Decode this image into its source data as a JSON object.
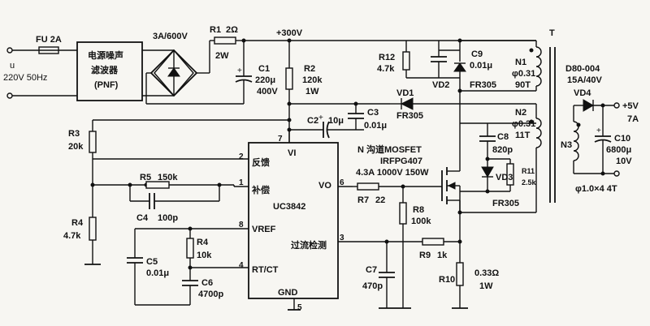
{
  "input": {
    "fuse": "FU 2A",
    "u_label": "u",
    "voltage": "220V 50Hz"
  },
  "filter": {
    "line1": "电源噪声",
    "line2": "滤波器",
    "line3": "(PNF)"
  },
  "bridge": {
    "rating": "3A/600V"
  },
  "r1": {
    "name": "R1",
    "value": "2Ω",
    "power": "2W"
  },
  "bus": {
    "label": "+300V"
  },
  "c1": {
    "name": "C1",
    "value": "220μ",
    "voltage": "400V"
  },
  "r2": {
    "name": "R2",
    "value": "120k",
    "power": "1W"
  },
  "r12": {
    "name": "R12",
    "value": "4.7k"
  },
  "c9": {
    "name": "C9",
    "value": "0.01μ"
  },
  "vd2": {
    "name": "VD2",
    "type": "FR305"
  },
  "n1": {
    "name": "N1",
    "wire": "φ0.31",
    "turns": "90T"
  },
  "transformer": {
    "label": "T"
  },
  "core": {
    "model": "D80-004",
    "rating": "15A/40V"
  },
  "vd4": {
    "name": "VD4"
  },
  "out": {
    "voltage": "+5V",
    "current": "7A"
  },
  "n3": {
    "name": "N3"
  },
  "c10": {
    "name": "C10",
    "value": "6800μ",
    "voltage": "10V"
  },
  "n3wire": {
    "spec": "φ1.0×4 4T"
  },
  "vd1": {
    "name": "VD1",
    "type": "FR305"
  },
  "c2": {
    "name": "C2",
    "value": "10μ"
  },
  "c3": {
    "name": "C3",
    "value": "0.01μ"
  },
  "n2": {
    "name": "N2",
    "wire": "φ0.31",
    "turns": "11T"
  },
  "c8": {
    "name": "C8",
    "value": "820p"
  },
  "vd3": {
    "name": "VD3",
    "type": "FR305"
  },
  "r11": {
    "name": "R11",
    "value": "2.5k"
  },
  "mosfet": {
    "title": "N 沟道MOSFET",
    "model": "IRFPG407",
    "spec": "4.3A 1000V 150W"
  },
  "r3": {
    "name": "R3",
    "value": "20k"
  },
  "r5": {
    "name": "R5",
    "value": "150k"
  },
  "c4": {
    "name": "C4",
    "value": "100p"
  },
  "r4a": {
    "name": "R4",
    "value": "4.7k"
  },
  "r4b": {
    "name": "R4",
    "value": "10k"
  },
  "c5": {
    "name": "C5",
    "value": "0.01μ"
  },
  "c6": {
    "name": "C6",
    "value": "4700p"
  },
  "r7": {
    "name": "R7",
    "value": "22"
  },
  "r8": {
    "name": "R8",
    "value": "100k"
  },
  "r9": {
    "name": "R9",
    "value": "1k"
  },
  "c7": {
    "name": "C7",
    "value": "470p"
  },
  "r10": {
    "name": "R10",
    "value": "0.33Ω",
    "power": "1W"
  },
  "ic": {
    "name": "UC3842",
    "vi": "VI",
    "vo": "VO",
    "gnd": "GND",
    "pin_feedback": "反馈",
    "pin_comp": "补偿",
    "pin_vref": "VREF",
    "pin_rtct": "RT/CT",
    "pin_cs": "过流检测",
    "pin1": "1",
    "pin2": "2",
    "pin3": "3",
    "pin4": "4",
    "pin5": "5",
    "pin6": "6",
    "pin7": "7",
    "pin8": "8"
  }
}
